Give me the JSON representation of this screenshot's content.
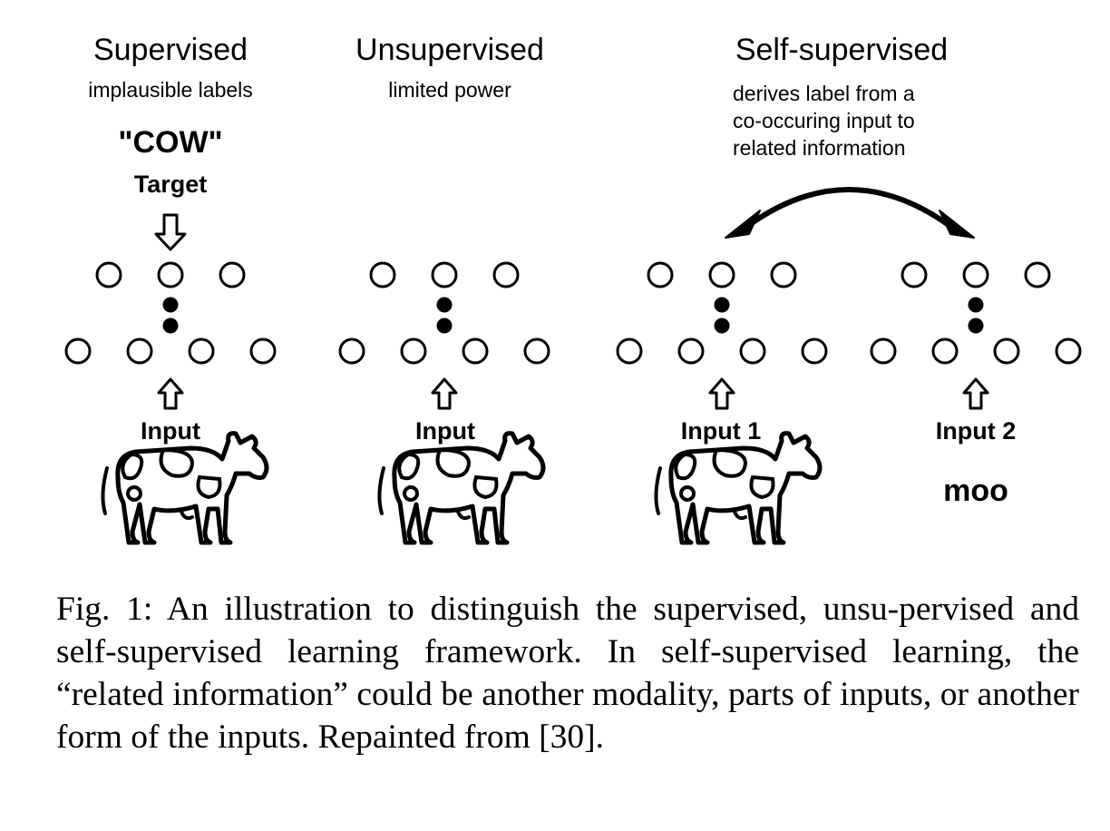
{
  "panels": [
    {
      "title": "Supervised",
      "subtitle": "implausible labels",
      "target_word": "\"COW\"",
      "target_label": "Target",
      "input_label": "Input",
      "input_kind": "cow-icon"
    },
    {
      "title": "Unsupervised",
      "subtitle": "limited power",
      "input_label": "Input",
      "input_kind": "cow-icon"
    },
    {
      "title": "Self-supervised",
      "subtitle_lines": [
        "derives label from a",
        "co-occuring input to",
        "related information"
      ],
      "input1_label": "Input 1",
      "input1_kind": "cow-icon",
      "input2_label": "Input 2",
      "input2_text": "moo"
    }
  ],
  "caption": "Fig. 1: An illustration to distinguish the supervised, unsu-pervised and self-supervised learning framework. In self-supervised learning, the “related information” could be another modality, parts of inputs, or another form of the inputs. Repainted from [30]."
}
